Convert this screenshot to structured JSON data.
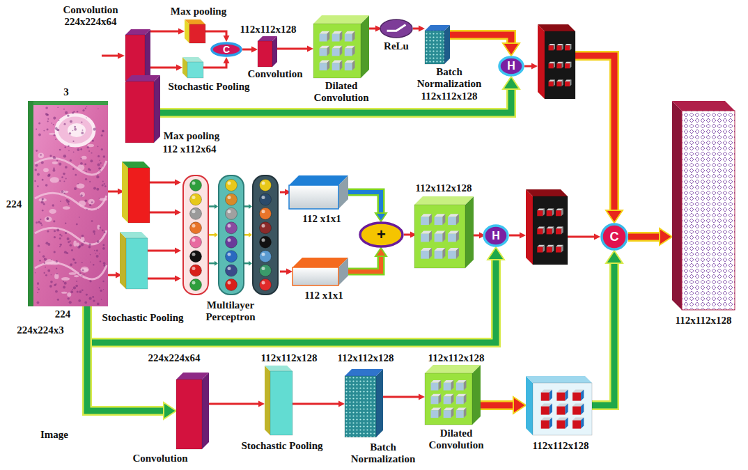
{
  "diagram": {
    "nodes": [
      {
        "text": [
          "Convolution 224x224x64"
        ]
      },
      {
        "text": [
          "Max pooling"
        ]
      },
      {
        "text": [
          "Stochastic Pooling"
        ]
      },
      {
        "text": [
          "C"
        ]
      },
      {
        "text": [
          "112x112x128",
          "Convolution"
        ]
      },
      {
        "text": [
          "Dilated Convolution"
        ]
      },
      {
        "text": [
          "ReLu"
        ]
      },
      {
        "text": [
          "Batch Normalization",
          "112x112x128"
        ]
      },
      {
        "text": [
          "H"
        ]
      },
      {
        "text": []
      },
      {
        "text": [
          "224x224x3",
          "Image"
        ]
      },
      {
        "text": [
          "Max pooling",
          "112 x112x64"
        ]
      },
      {
        "text": []
      },
      {
        "text": [
          "Stochastic Pooling"
        ]
      },
      {
        "text": [
          "Multilayer Perceptron"
        ]
      },
      {
        "text": [
          "112 x1x1"
        ]
      },
      {
        "text": [
          "112 x1x1"
        ]
      },
      {
        "text": [
          "+"
        ]
      },
      {
        "text": [
          "112x112x128"
        ]
      },
      {
        "text": [
          "H"
        ]
      },
      {
        "text": []
      },
      {
        "text": [
          "C"
        ]
      },
      {
        "text": [
          "112x112x128"
        ]
      },
      {
        "text": [
          "224x224x64",
          "Convolution"
        ]
      },
      {
        "text": [
          "112x112x128",
          "Stochastic Pooling"
        ]
      },
      {
        "text": [
          "112x112x128",
          "Batch Normalization"
        ]
      },
      {
        "text": [
          "112x112x128",
          "Dilated Convolution"
        ]
      },
      {
        "text": [
          "112x112x128"
        ]
      }
    ],
    "edges": [
      {
        "from": 0,
        "to": 1,
        "arrow": "to"
      },
      {
        "from": 0,
        "to": 2,
        "arrow": "to"
      },
      {
        "from": 1,
        "to": 3,
        "arrow": "to"
      },
      {
        "from": 2,
        "to": 3,
        "arrow": "to"
      },
      {
        "from": 3,
        "to": 4,
        "arrow": "to"
      },
      {
        "from": 4,
        "to": 5,
        "arrow": "to"
      },
      {
        "from": 5,
        "to": 6,
        "arrow": "to"
      },
      {
        "from": 6,
        "to": 7,
        "arrow": "to"
      },
      {
        "from": 7,
        "to": 8,
        "arrow": "to"
      },
      {
        "from": 11,
        "to": 8,
        "arrow": "to"
      },
      {
        "from": 8,
        "to": 9,
        "arrow": "to"
      },
      {
        "from": 9,
        "to": 21,
        "arrow": "to"
      },
      {
        "from": 10,
        "to": 12,
        "arrow": "to"
      },
      {
        "from": 10,
        "to": 13,
        "arrow": "to"
      },
      {
        "from": 12,
        "to": 14,
        "arrow": "to"
      },
      {
        "from": 12,
        "to": 14,
        "arrow": "to"
      },
      {
        "from": 13,
        "to": 14,
        "arrow": "to"
      },
      {
        "from": 13,
        "to": 14,
        "arrow": "to"
      },
      {
        "from": 14,
        "to": 15,
        "arrow": "to"
      },
      {
        "from": 14,
        "to": 16,
        "arrow": "to"
      },
      {
        "from": 15,
        "to": 17,
        "arrow": "to"
      },
      {
        "from": 16,
        "to": 17,
        "arrow": "to"
      },
      {
        "from": 17,
        "to": 18,
        "arrow": "to"
      },
      {
        "from": 18,
        "to": 19,
        "arrow": "to"
      },
      {
        "from": 10,
        "to": 19,
        "arrow": "to"
      },
      {
        "from": 19,
        "to": 20,
        "arrow": "to"
      },
      {
        "from": 20,
        "to": 21,
        "arrow": "to"
      },
      {
        "from": 21,
        "to": 22,
        "arrow": "to"
      },
      {
        "from": 10,
        "to": 23,
        "arrow": "to"
      },
      {
        "from": 23,
        "to": 24,
        "arrow": "to"
      },
      {
        "from": 24,
        "to": 25,
        "arrow": "to"
      },
      {
        "from": 25,
        "to": 26,
        "arrow": "to"
      },
      {
        "from": 26,
        "to": 27,
        "arrow": "to"
      },
      {
        "from": 27,
        "to": 21,
        "arrow": "to"
      }
    ],
    "labels": [
      "3",
      "224",
      "224"
    ]
  }
}
